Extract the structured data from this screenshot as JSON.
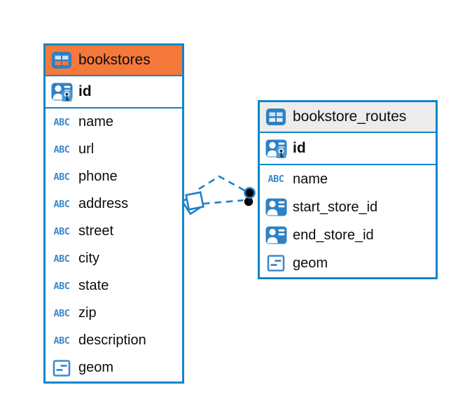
{
  "colors": {
    "accent_blue": "#1186c9",
    "icon_blue": "#2e81c4",
    "icon_light_blue": "#3f8ccb",
    "key_badge_blue": "#4a9ad4",
    "key_glyph_navy": "#123a5e",
    "table_icon_cell": "#cde2f3",
    "bookstores_header_bg": "#f5793b",
    "routes_header_bg": "#ececec",
    "relationship_line": "#1e82c6",
    "endpoint_dot": "#000000"
  },
  "icons": {
    "text_glyph": "ABC"
  },
  "tables": [
    {
      "title": "bookstores",
      "header_bg": "#f5793b",
      "columns": [
        {
          "label": "id",
          "type": "primary-key"
        },
        {
          "label": "name",
          "type": "text"
        },
        {
          "label": "url",
          "type": "text"
        },
        {
          "label": "phone",
          "type": "text"
        },
        {
          "label": "address",
          "type": "text"
        },
        {
          "label": "street",
          "type": "text"
        },
        {
          "label": "city",
          "type": "text"
        },
        {
          "label": "state",
          "type": "text"
        },
        {
          "label": "zip",
          "type": "text"
        },
        {
          "label": "description",
          "type": "text"
        },
        {
          "label": "geom",
          "type": "geometry"
        }
      ]
    },
    {
      "title": "bookstore_routes",
      "header_bg": "#ececec",
      "columns": [
        {
          "label": "id",
          "type": "primary-key"
        },
        {
          "label": "name",
          "type": "text"
        },
        {
          "label": "start_store_id",
          "type": "foreign-key"
        },
        {
          "label": "end_store_id",
          "type": "foreign-key"
        },
        {
          "label": "geom",
          "type": "geometry"
        }
      ]
    }
  ]
}
